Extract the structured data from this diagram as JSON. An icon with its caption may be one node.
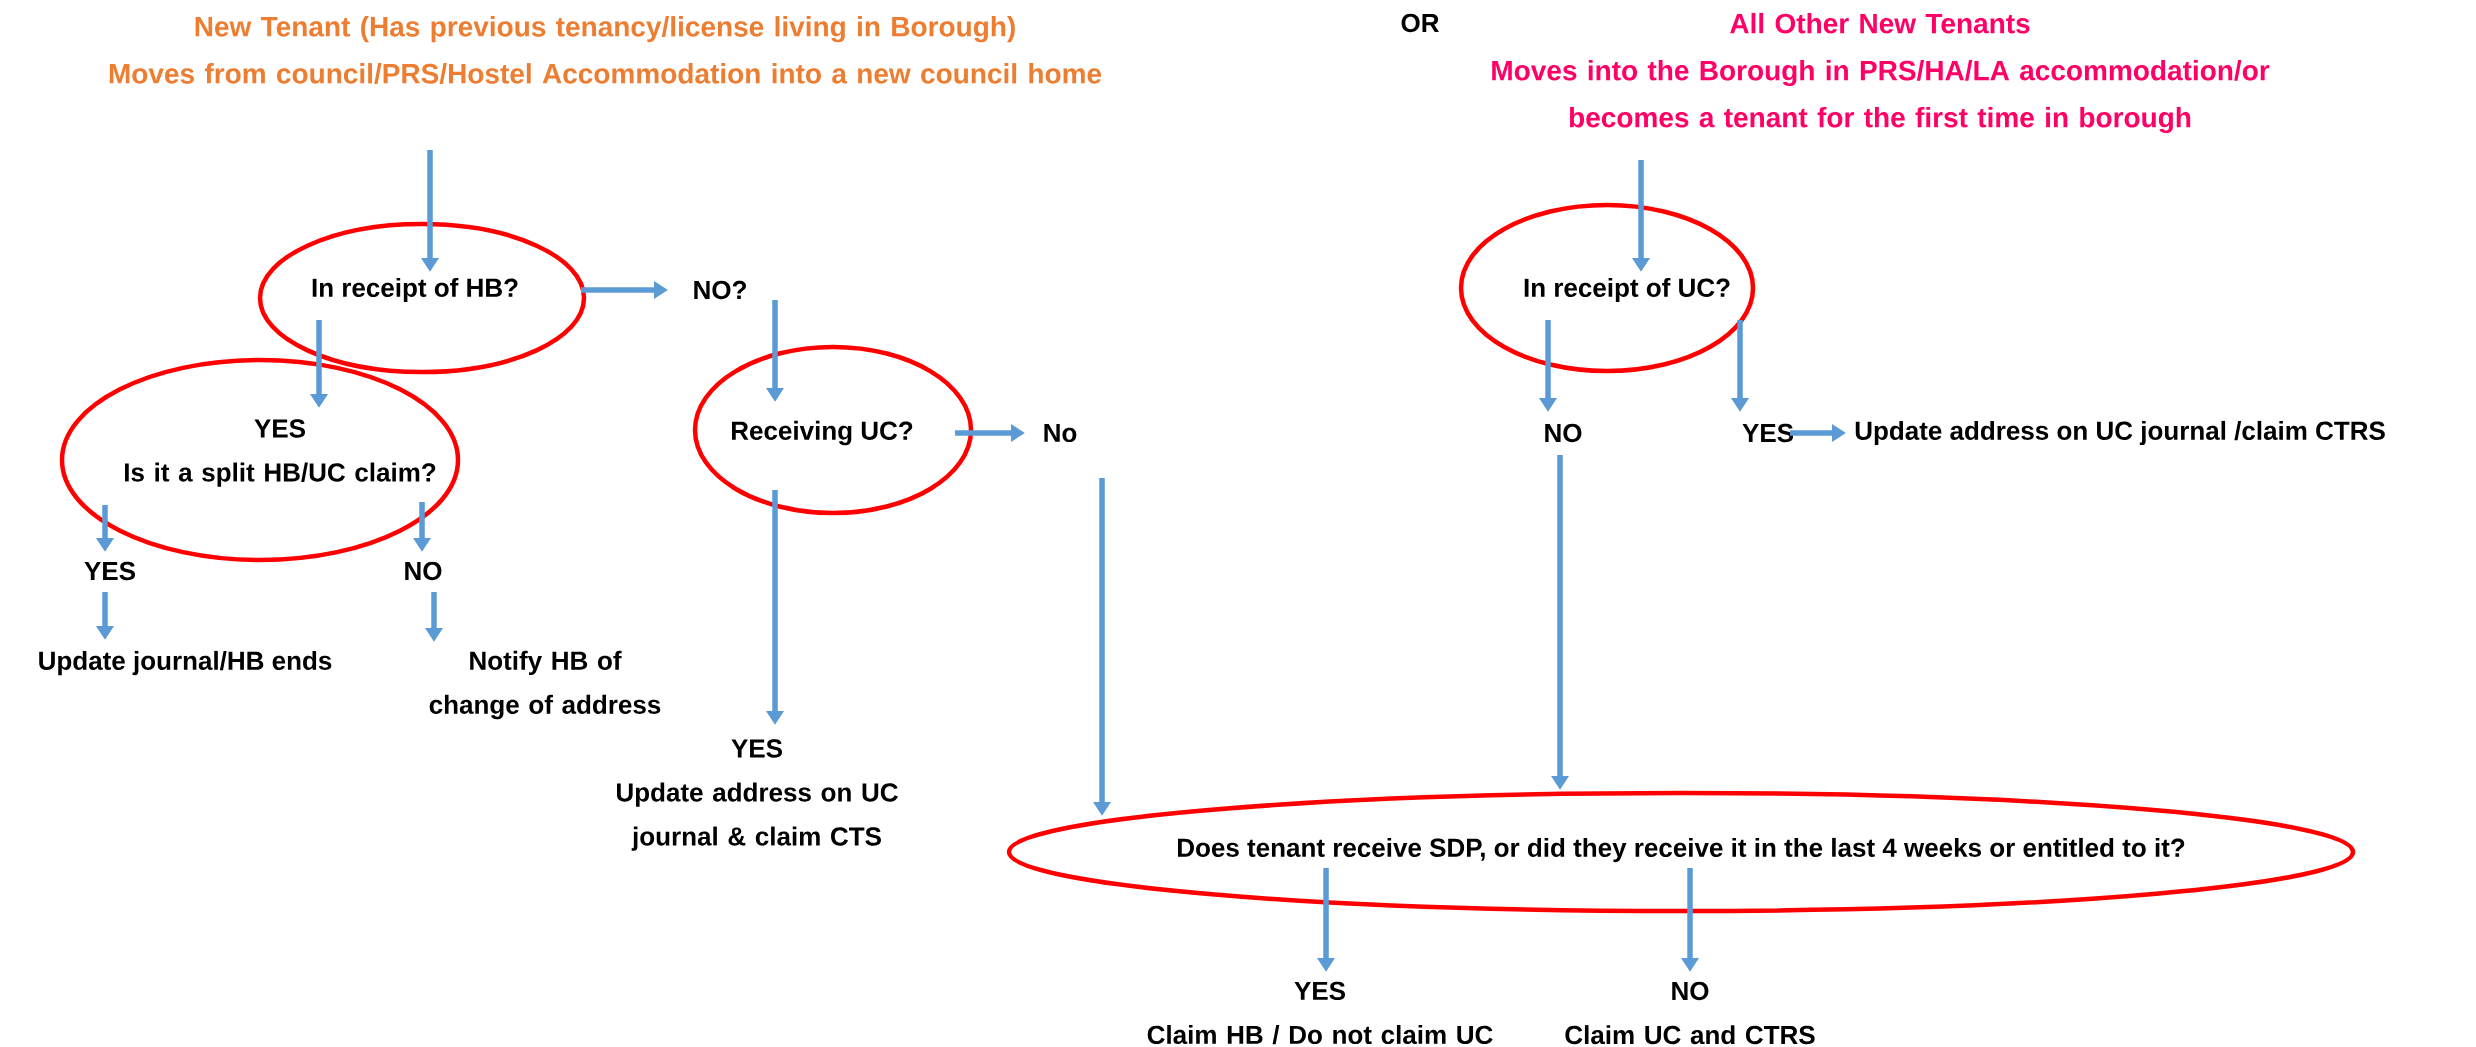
{
  "diagram": {
    "nodes": [
      {
        "text": [
          "New Tenant (Has previous tenancy/license living in Borough)",
          "Moves from council/PRS/Hostel Accommodation into a new council home"
        ]
      },
      {
        "text": [
          "All Other New Tenants",
          "Moves into the Borough in PRS/HA/LA accommodation/or becomes a tenant for the first time in borough"
        ]
      },
      {
        "text": [
          "In receipt of HB?"
        ]
      },
      {
        "text": [
          "NO?"
        ]
      },
      {
        "text": [
          "YES",
          "Is it a split HB/UC claim?"
        ]
      },
      {
        "text": [
          "Receiving UC?"
        ]
      },
      {
        "text": [
          "No"
        ]
      },
      {
        "text": [
          "YES"
        ]
      },
      {
        "text": [
          "NO"
        ]
      },
      {
        "text": [
          "Update journal/HB ends"
        ]
      },
      {
        "text": [
          "Notify HB of change of address"
        ]
      },
      {
        "text": [
          "YES",
          "Update address on UC journal & claim CTS"
        ]
      },
      {
        "text": [
          "In receipt of UC?"
        ]
      },
      {
        "text": [
          "NO"
        ]
      },
      {
        "text": [
          "YES"
        ]
      },
      {
        "text": [
          "Update address on UC journal /claim CTRS"
        ]
      },
      {
        "text": [
          "Does tenant receive SDP, or did they receive it in the last 4 weeks or entitled to it?"
        ]
      },
      {
        "text": [
          "YES",
          "Claim HB / Do not claim UC"
        ]
      },
      {
        "text": [
          "NO",
          "Claim UC and CTRS"
        ]
      }
    ],
    "edges": [
      {
        "from": 0,
        "to": 2,
        "arrow": "to"
      },
      {
        "from": 2,
        "to": 3,
        "arrow": "to"
      },
      {
        "from": 3,
        "to": 5,
        "arrow": "to"
      },
      {
        "from": 2,
        "to": 4,
        "arrow": "to"
      },
      {
        "from": 5,
        "to": 6,
        "arrow": "to"
      },
      {
        "from": 4,
        "to": 7,
        "arrow": "to"
      },
      {
        "from": 4,
        "to": 8,
        "arrow": "to"
      },
      {
        "from": 7,
        "to": 9,
        "arrow": "to"
      },
      {
        "from": 8,
        "to": 10,
        "arrow": "to"
      },
      {
        "from": 5,
        "to": 11,
        "arrow": "to"
      },
      {
        "from": 6,
        "to": 16,
        "arrow": "to"
      },
      {
        "from": 1,
        "to": 12,
        "arrow": "to"
      },
      {
        "from": 12,
        "to": 13,
        "arrow": "to"
      },
      {
        "from": 12,
        "to": 14,
        "arrow": "to"
      },
      {
        "from": 14,
        "to": 15,
        "arrow": "to"
      },
      {
        "from": 13,
        "to": 16,
        "arrow": "to"
      },
      {
        "from": 16,
        "to": 17,
        "arrow": "to"
      },
      {
        "from": 16,
        "to": 18,
        "arrow": "to"
      }
    ],
    "labels": [
      "OR"
    ]
  }
}
